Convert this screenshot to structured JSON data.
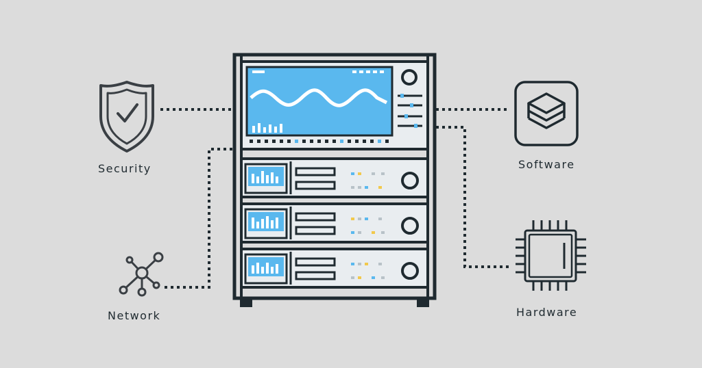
{
  "labels": {
    "security": "Security",
    "software": "Software",
    "network": "Network",
    "hardware": "Hardware"
  },
  "icons": {
    "security": "shield-check-icon",
    "software": "layers-stack-icon",
    "network": "network-nodes-icon",
    "hardware": "cpu-chip-icon"
  },
  "colors": {
    "background": "#dcdcdc",
    "stroke": "#1f2a30",
    "screen": "#5ab8ee",
    "rack_face": "#e9edf0",
    "accent_light": "#ffffff",
    "led_yellow": "#f2c94c"
  }
}
